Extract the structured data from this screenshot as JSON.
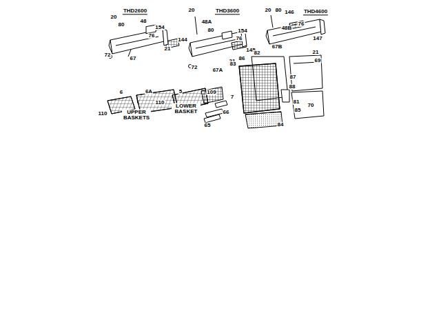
{
  "diagram": {
    "labels": [
      "THD2600",
      "20",
      "48",
      "80",
      "154",
      "76",
      "144",
      "21",
      "72",
      "67",
      "20",
      "48A",
      "THD3600",
      "80",
      "154",
      "76",
      "145",
      "21",
      "72",
      "67A",
      "20",
      "80",
      "146",
      "THD4600",
      "48B",
      "76",
      "147",
      "21",
      "67B",
      "82",
      "86",
      "83",
      "87",
      "69",
      "88",
      "81",
      "85",
      "70",
      "84",
      "6",
      "6A",
      "5",
      "109",
      "7",
      "110",
      "110",
      "UPPER BASKETS",
      "LOWER BASKET",
      "66",
      "65"
    ]
  }
}
